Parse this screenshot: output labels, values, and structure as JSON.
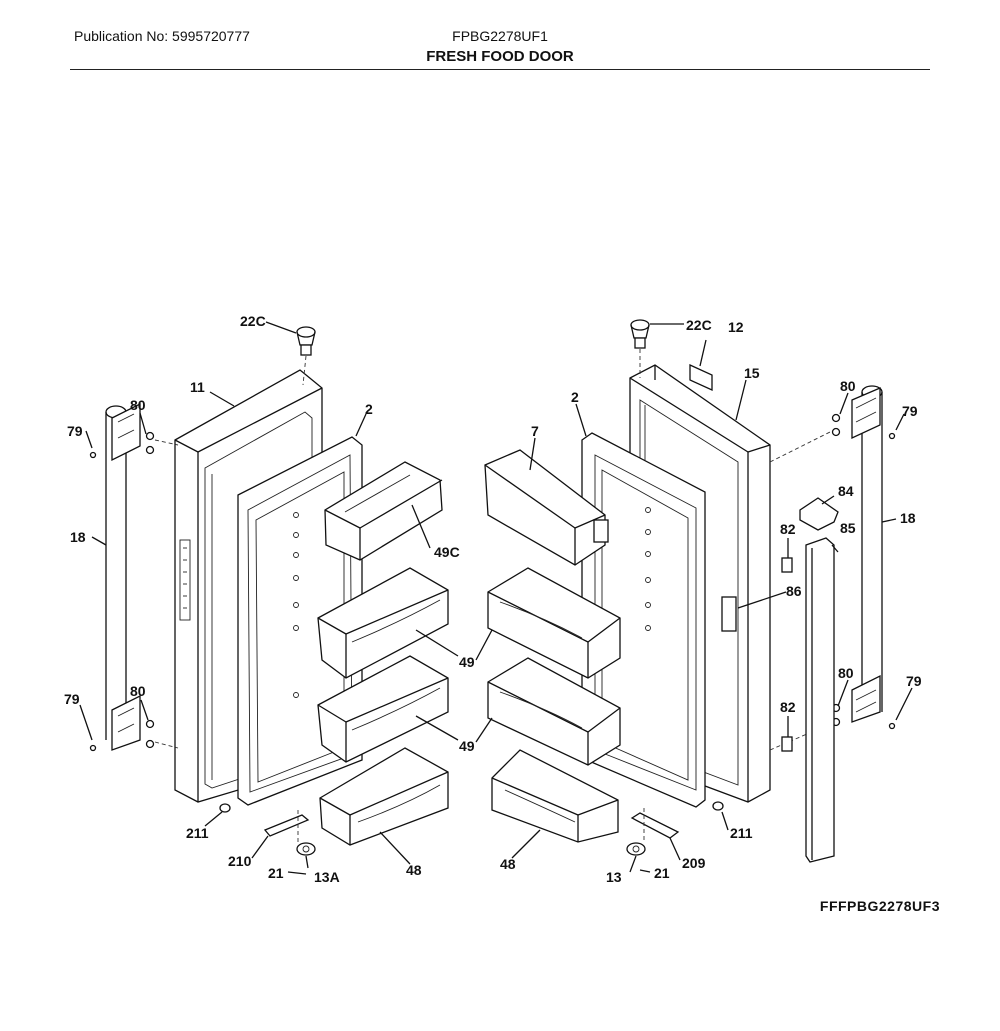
{
  "header": {
    "publication": "Publication No: 5995720777",
    "model": "FPBG2278UF1",
    "title": "FRESH FOOD DOOR"
  },
  "diagram_code": "FFFPBG2278UF3",
  "callouts": {
    "c22c_left": "22C",
    "c22c_right": "22C",
    "c11": "11",
    "c12": "12",
    "c15": "15",
    "c2_left": "2",
    "c2_right": "2",
    "c7": "7",
    "c80_tl": "80",
    "c79_tl": "79",
    "c18_left": "18",
    "c79_bl": "79",
    "c80_bl": "80",
    "c49c": "49C",
    "c49_a": "49",
    "c49_b": "49",
    "c48_left": "48",
    "c48_right": "48",
    "c211_left": "211",
    "c211_right": "211",
    "c210": "210",
    "c21_left": "21",
    "c13a": "13A",
    "c13": "13",
    "c21_right": "21",
    "c209": "209",
    "c80_tr": "80",
    "c79_tr": "79",
    "c84": "84",
    "c18_right": "18",
    "c82_top": "82",
    "c85": "85",
    "c86": "86",
    "c80_br": "80",
    "c79_br": "79",
    "c82_bottom": "82"
  }
}
